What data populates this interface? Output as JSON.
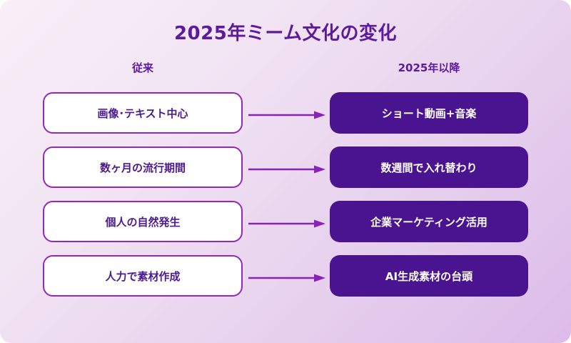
{
  "title": "2025年ミーム文化の変化",
  "columns": {
    "left_header": "従来",
    "right_header": "2025年以降"
  },
  "colors": {
    "accent_deep": "#4a1490",
    "accent_border": "#9428bd",
    "title_text": "#5c1a9e",
    "old_box_bg": "#ffffff",
    "old_box_text": "#4b1a8e",
    "new_box_text": "#ffffff",
    "arrow": "#8a23b5",
    "bg_start": "#f8eff8",
    "bg_end": "#dcbbe9"
  },
  "rows": [
    {
      "old": "画像･テキスト中心",
      "new": "ショート動画+音楽",
      "arrow": "arrow-right-icon"
    },
    {
      "old": "数ヶ月の流行期間",
      "new": "数週間で入れ替わり",
      "arrow": "arrow-right-icon"
    },
    {
      "old": "個人の自然発生",
      "new": "企業マーケティング活用",
      "arrow": "arrow-right-icon"
    },
    {
      "old": "人力で素材作成",
      "new": "AI生成素材の台頭",
      "arrow": "arrow-right-icon"
    }
  ]
}
